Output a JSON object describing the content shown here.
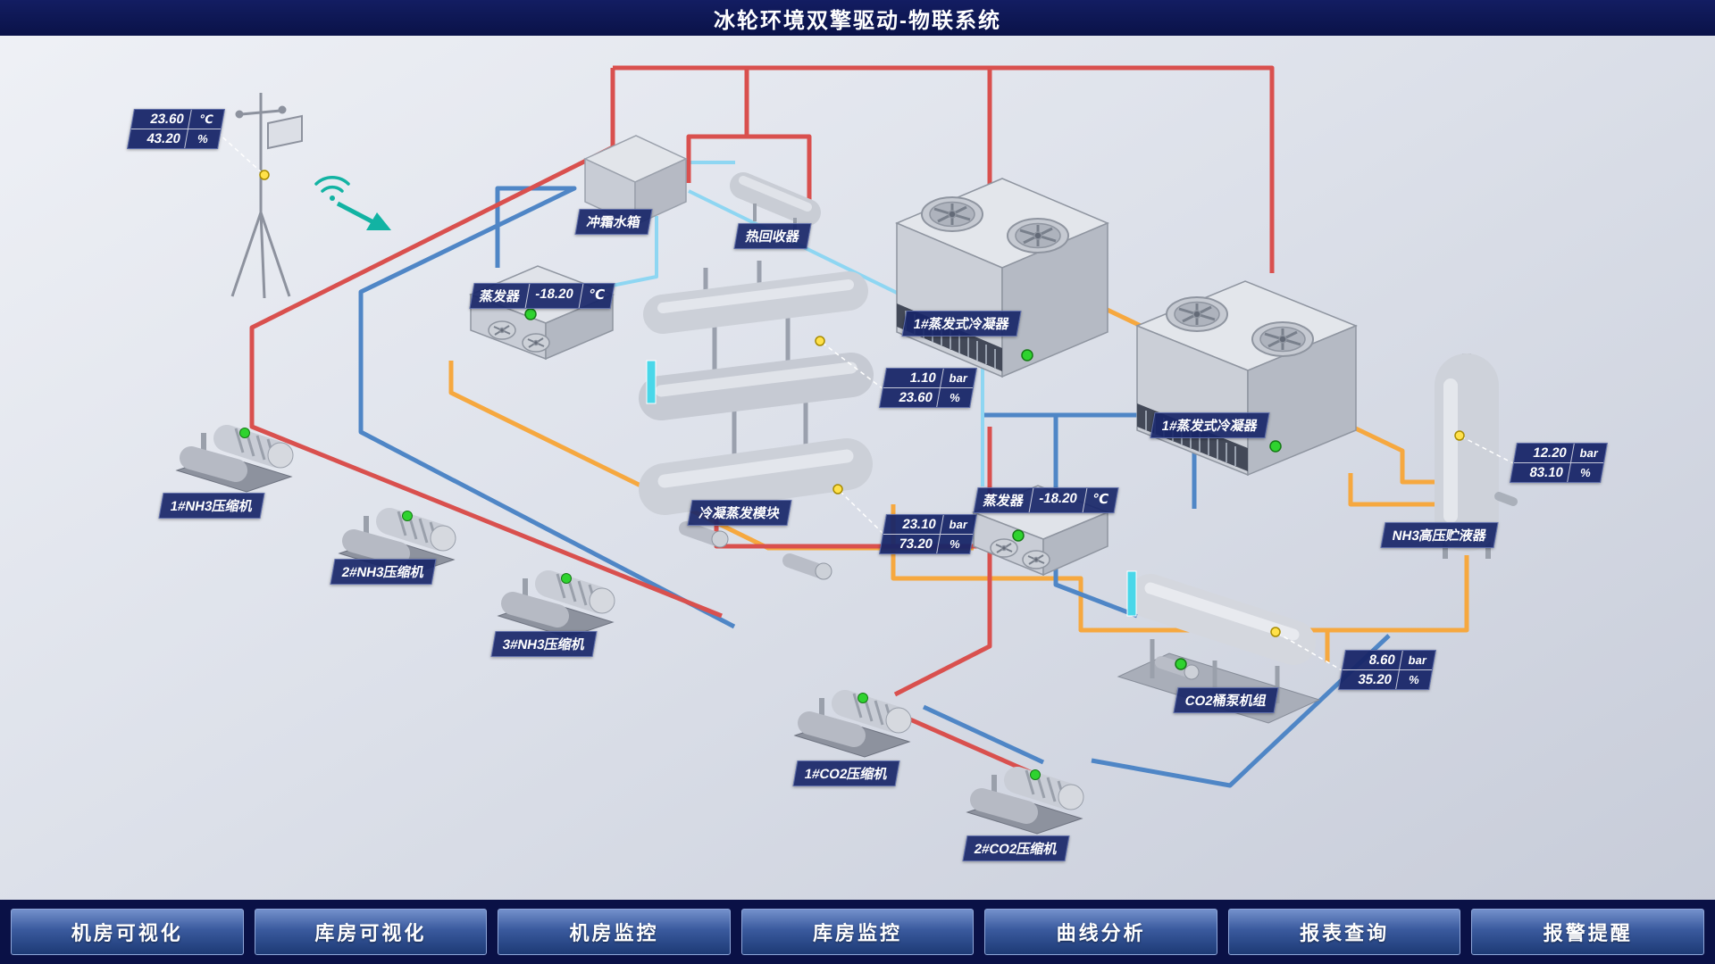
{
  "header": {
    "title": "冰轮环境双擎驱动-物联系统"
  },
  "weather_station": {
    "temperature": "23.60",
    "temperature_unit": "℃",
    "humidity": "43.20",
    "humidity_unit": "%"
  },
  "equipment_labels": {
    "defrost_tank": "冲霜水箱",
    "heat_recovery": "热回收器",
    "evaporator1_name": "蒸发器",
    "evaporator1_value": "-18.20",
    "evaporator1_unit": "℃",
    "condenser1": "1#蒸发式冷凝器",
    "condenser2": "1#蒸发式冷凝器",
    "cond_evap_module": "冷凝蒸发模块",
    "evaporator2_name": "蒸发器",
    "evaporator2_value": "-18.20",
    "evaporator2_unit": "℃",
    "nh3_receiver": "NH3高压贮液器",
    "co2_pump_unit": "CO2桶泵机组",
    "nh3_compressor1": "1#NH3压缩机",
    "nh3_compressor2": "2#NH3压缩机",
    "nh3_compressor3": "3#NH3压缩机",
    "co2_compressor1": "1#CO2压缩机",
    "co2_compressor2": "2#CO2压缩机"
  },
  "gauges": {
    "module_upper": {
      "pressure": "1.10",
      "pressure_unit": "bar",
      "level": "23.60",
      "level_unit": "%"
    },
    "module_lower": {
      "pressure": "23.10",
      "pressure_unit": "bar",
      "level": "73.20",
      "level_unit": "%"
    },
    "nh3_receiver": {
      "pressure": "12.20",
      "pressure_unit": "bar",
      "level": "83.10",
      "level_unit": "%"
    },
    "co2_pump_unit": {
      "pressure": "8.60",
      "pressure_unit": "bar",
      "level": "35.20",
      "level_unit": "%"
    }
  },
  "nav": {
    "items": [
      {
        "label": "机房可视化"
      },
      {
        "label": "库房可视化"
      },
      {
        "label": "机房监控"
      },
      {
        "label": "库房监控"
      },
      {
        "label": "曲线分析"
      },
      {
        "label": "报表查询"
      },
      {
        "label": "报警提醒"
      }
    ]
  },
  "colors": {
    "hot_pipe": "#d9504e",
    "cold_pipe": "#4f86c6",
    "liquid_pipe": "#f6a83f",
    "water_pipe": "#8ed6f2",
    "status_ok": "#2fd32f",
    "panel": "#1c2b6d",
    "header_bg": "#0c1550"
  }
}
